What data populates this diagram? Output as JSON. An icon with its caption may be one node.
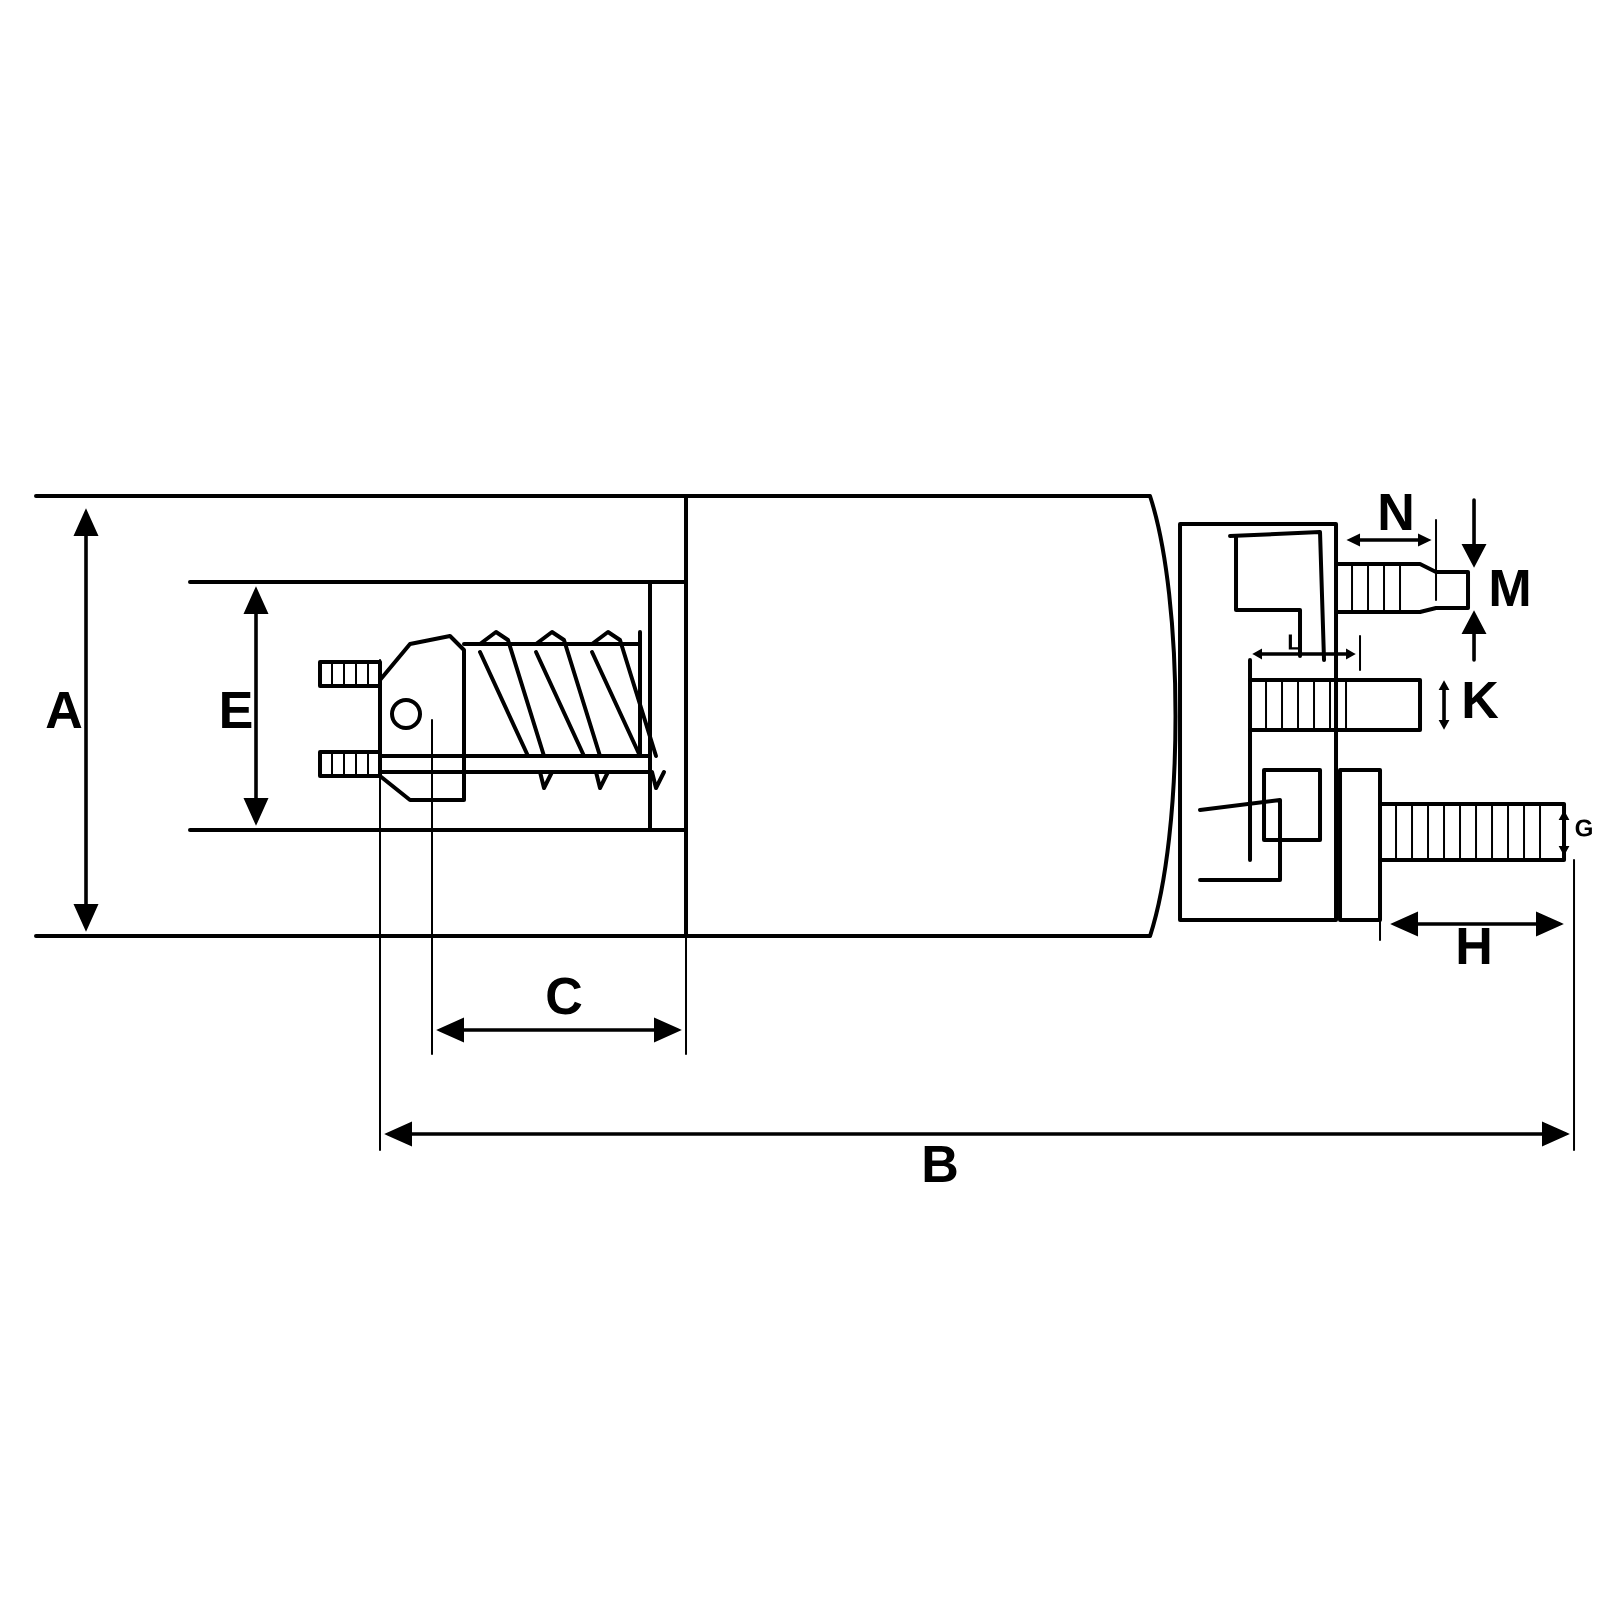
{
  "diagram": {
    "labels": [
      "N",
      "M",
      "L",
      "A",
      "E",
      "K",
      "G",
      "H",
      "C",
      "B"
    ]
  }
}
